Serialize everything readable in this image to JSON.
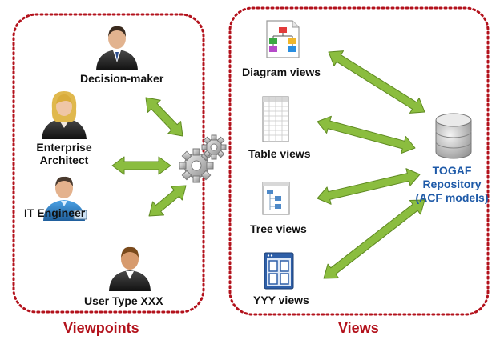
{
  "viewpoints": {
    "title": "Viewpoints",
    "roles": [
      {
        "label": "Decision-maker",
        "icon": "businessman-icon"
      },
      {
        "label_line1": "Enterprise",
        "label_line2": "Architect",
        "icon": "businesswoman-icon"
      },
      {
        "label": "IT Engineer",
        "icon": "engineer-icon"
      },
      {
        "label": "User Type XXX",
        "icon": "user-icon"
      }
    ]
  },
  "views": {
    "title": "Views",
    "items": [
      {
        "label": "Diagram views",
        "icon": "org-chart-icon"
      },
      {
        "label": "Table views",
        "icon": "spreadsheet-icon"
      },
      {
        "label": "Tree views",
        "icon": "tree-icon"
      },
      {
        "label": "YYY views",
        "icon": "window-grid-icon"
      }
    ]
  },
  "repository": {
    "line1": "TOGAF",
    "line2": "Repository",
    "line3": "(ACF models)",
    "icon": "database-icon"
  },
  "center_icon": "gears-icon",
  "colors": {
    "border": "#b3121c",
    "arrow": "#8bbd3f",
    "arrow_dark": "#5f8a22",
    "repo_text": "#1e5aa8"
  }
}
